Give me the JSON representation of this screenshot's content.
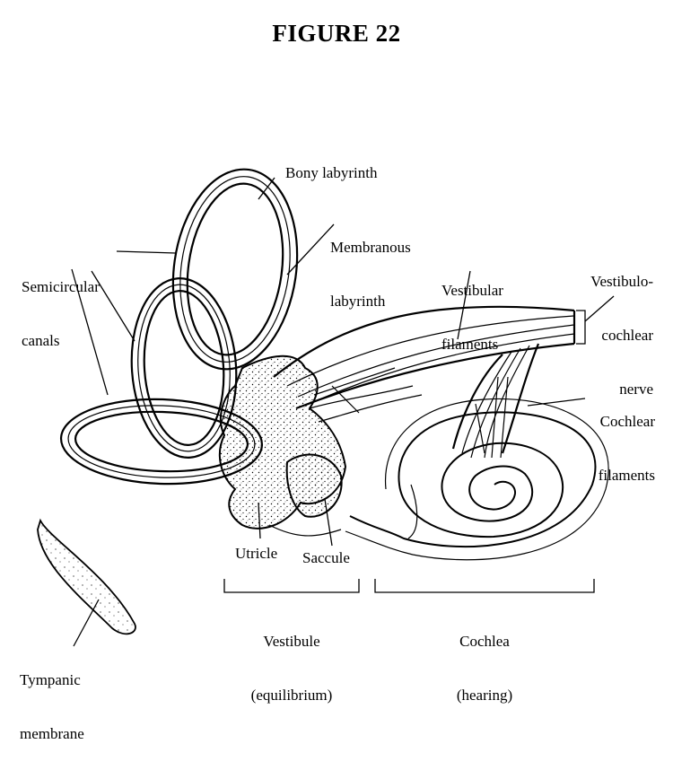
{
  "figure": {
    "title": "FIGURE 22"
  },
  "labels": {
    "bony_labyrinth": "Bony labyrinth",
    "membranous_labyrinth": [
      "Membranous",
      "labyrinth"
    ],
    "semicircular_canals": [
      "Semicircular",
      "canals"
    ],
    "vestibular_filaments": [
      "Vestibular",
      "filaments"
    ],
    "vestibulocochlear_nerve": [
      "Vestibulo-",
      "cochlear",
      "nerve"
    ],
    "cochlear_filaments": [
      "Cochlear",
      "filaments"
    ],
    "utricle": "Utricle",
    "saccule": "Saccule",
    "vestibule": [
      "Vestibule",
      "(equilibrium)"
    ],
    "cochlea": [
      "Cochlea",
      "(hearing)"
    ],
    "tympanic_membrane": [
      "Tympanic",
      "membrane"
    ]
  }
}
